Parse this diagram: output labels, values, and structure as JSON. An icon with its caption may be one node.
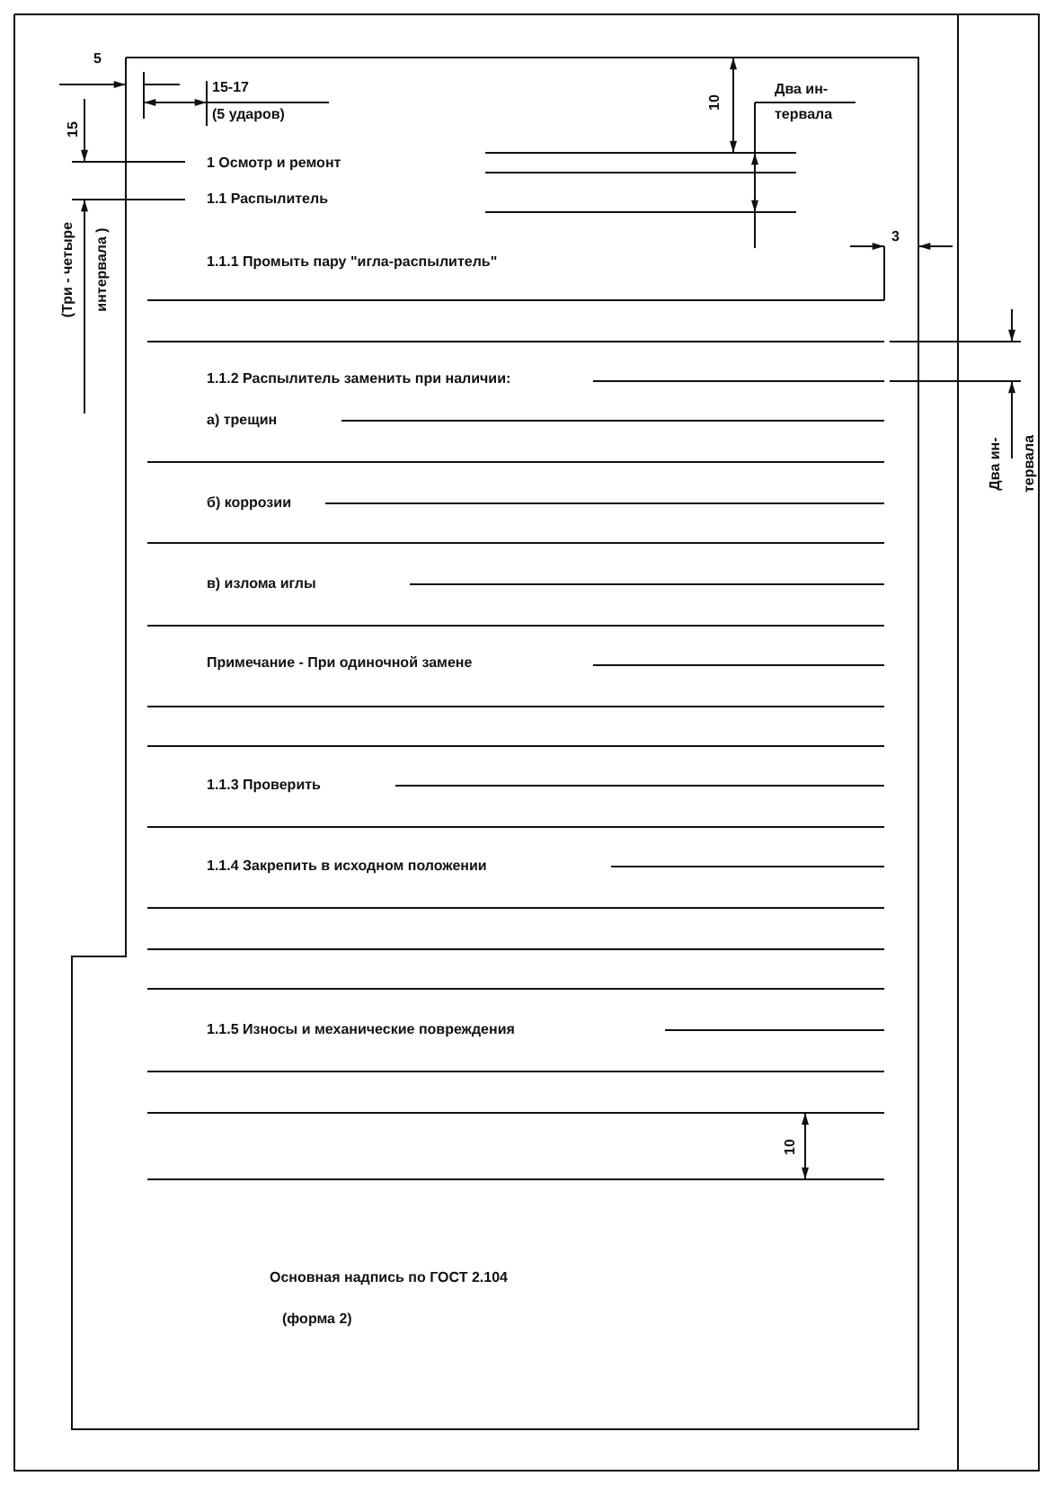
{
  "diagram": {
    "labels": [
      "5",
      "15-17",
      "(5 ударов)",
      "10",
      "Два ин- тервала",
      "15",
      "(Три - четыре интервала )",
      "1 Осмотр и ремонт",
      "1.1 Распылитель",
      "3",
      "1.1.1 Промыть пару \"игла-распылитель\"",
      "1.1.2 Распылитель заменить при наличии:",
      "Два ин- тервала",
      "а)  трещин",
      "б)  коррозии",
      "в)  излома иглы",
      "Примечание - При одиночной замене",
      "1.1.3 Проверить",
      "1.1.4 Закрепить в исходном положении",
      "1.1.5 Износы и механические повреждения",
      "10",
      "Основная надпись по ГОСТ 2.104",
      "(форма 2)"
    ]
  }
}
